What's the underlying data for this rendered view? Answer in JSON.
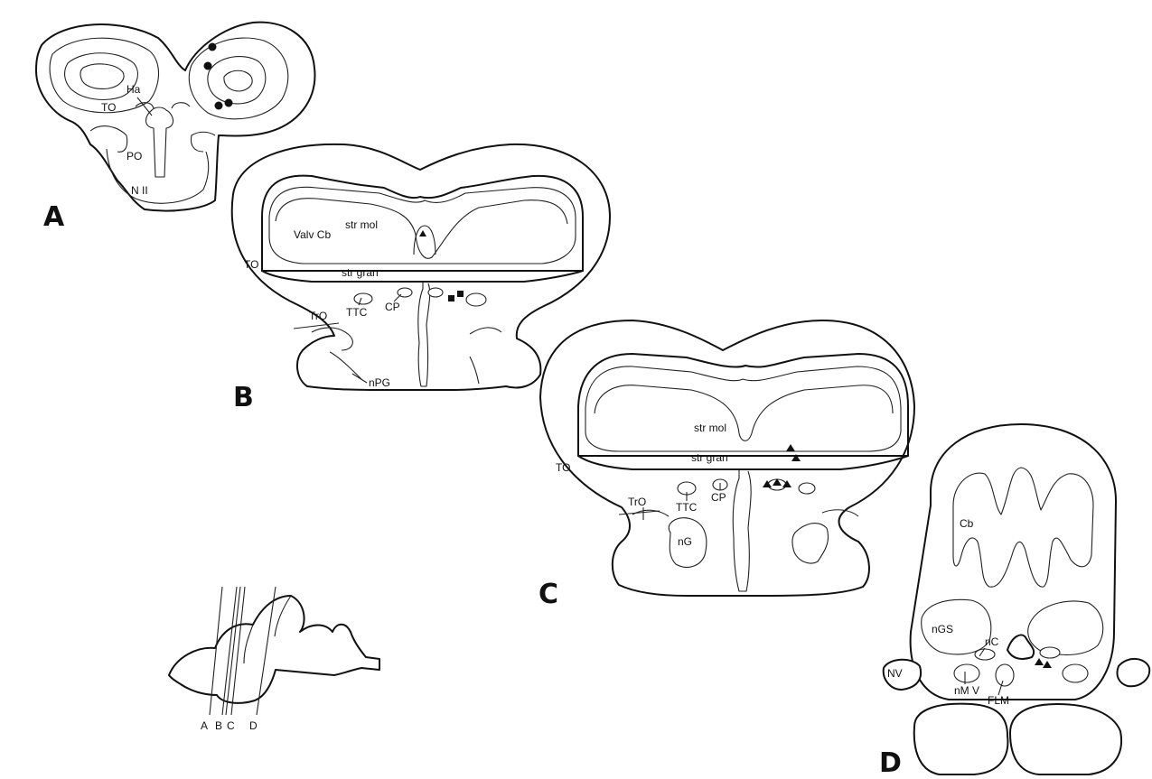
{
  "panels": {
    "a": {
      "letter": "A",
      "labels": {
        "ha": "Ha",
        "to": "TO",
        "po": "PO",
        "nii": "N II"
      }
    },
    "b": {
      "letter": "B",
      "labels": {
        "str_mol": "str mol",
        "valv_cb": "Valv Cb",
        "to": "TO",
        "str_gran": "str gran",
        "ttc": "TTC",
        "cp": "CP",
        "tro": "TrO",
        "npg": "nPG"
      }
    },
    "c": {
      "letter": "C",
      "labels": {
        "str_mol": "str mol",
        "str_gran": "str gran",
        "to": "TO",
        "tro": "TrO",
        "ttc": "TTC",
        "cp": "CP",
        "ng": "nG"
      }
    },
    "d": {
      "letter": "D",
      "labels": {
        "cb": "Cb",
        "ngs": "nGS",
        "nc": "nC",
        "nv": "NV",
        "nmv": "nM V",
        "flm": "FLM"
      }
    },
    "schematic": {
      "levels": [
        "A",
        "B",
        "C",
        "D"
      ]
    }
  },
  "marker_symbols": [
    "filled-circle",
    "filled-triangle",
    "filled-square"
  ]
}
